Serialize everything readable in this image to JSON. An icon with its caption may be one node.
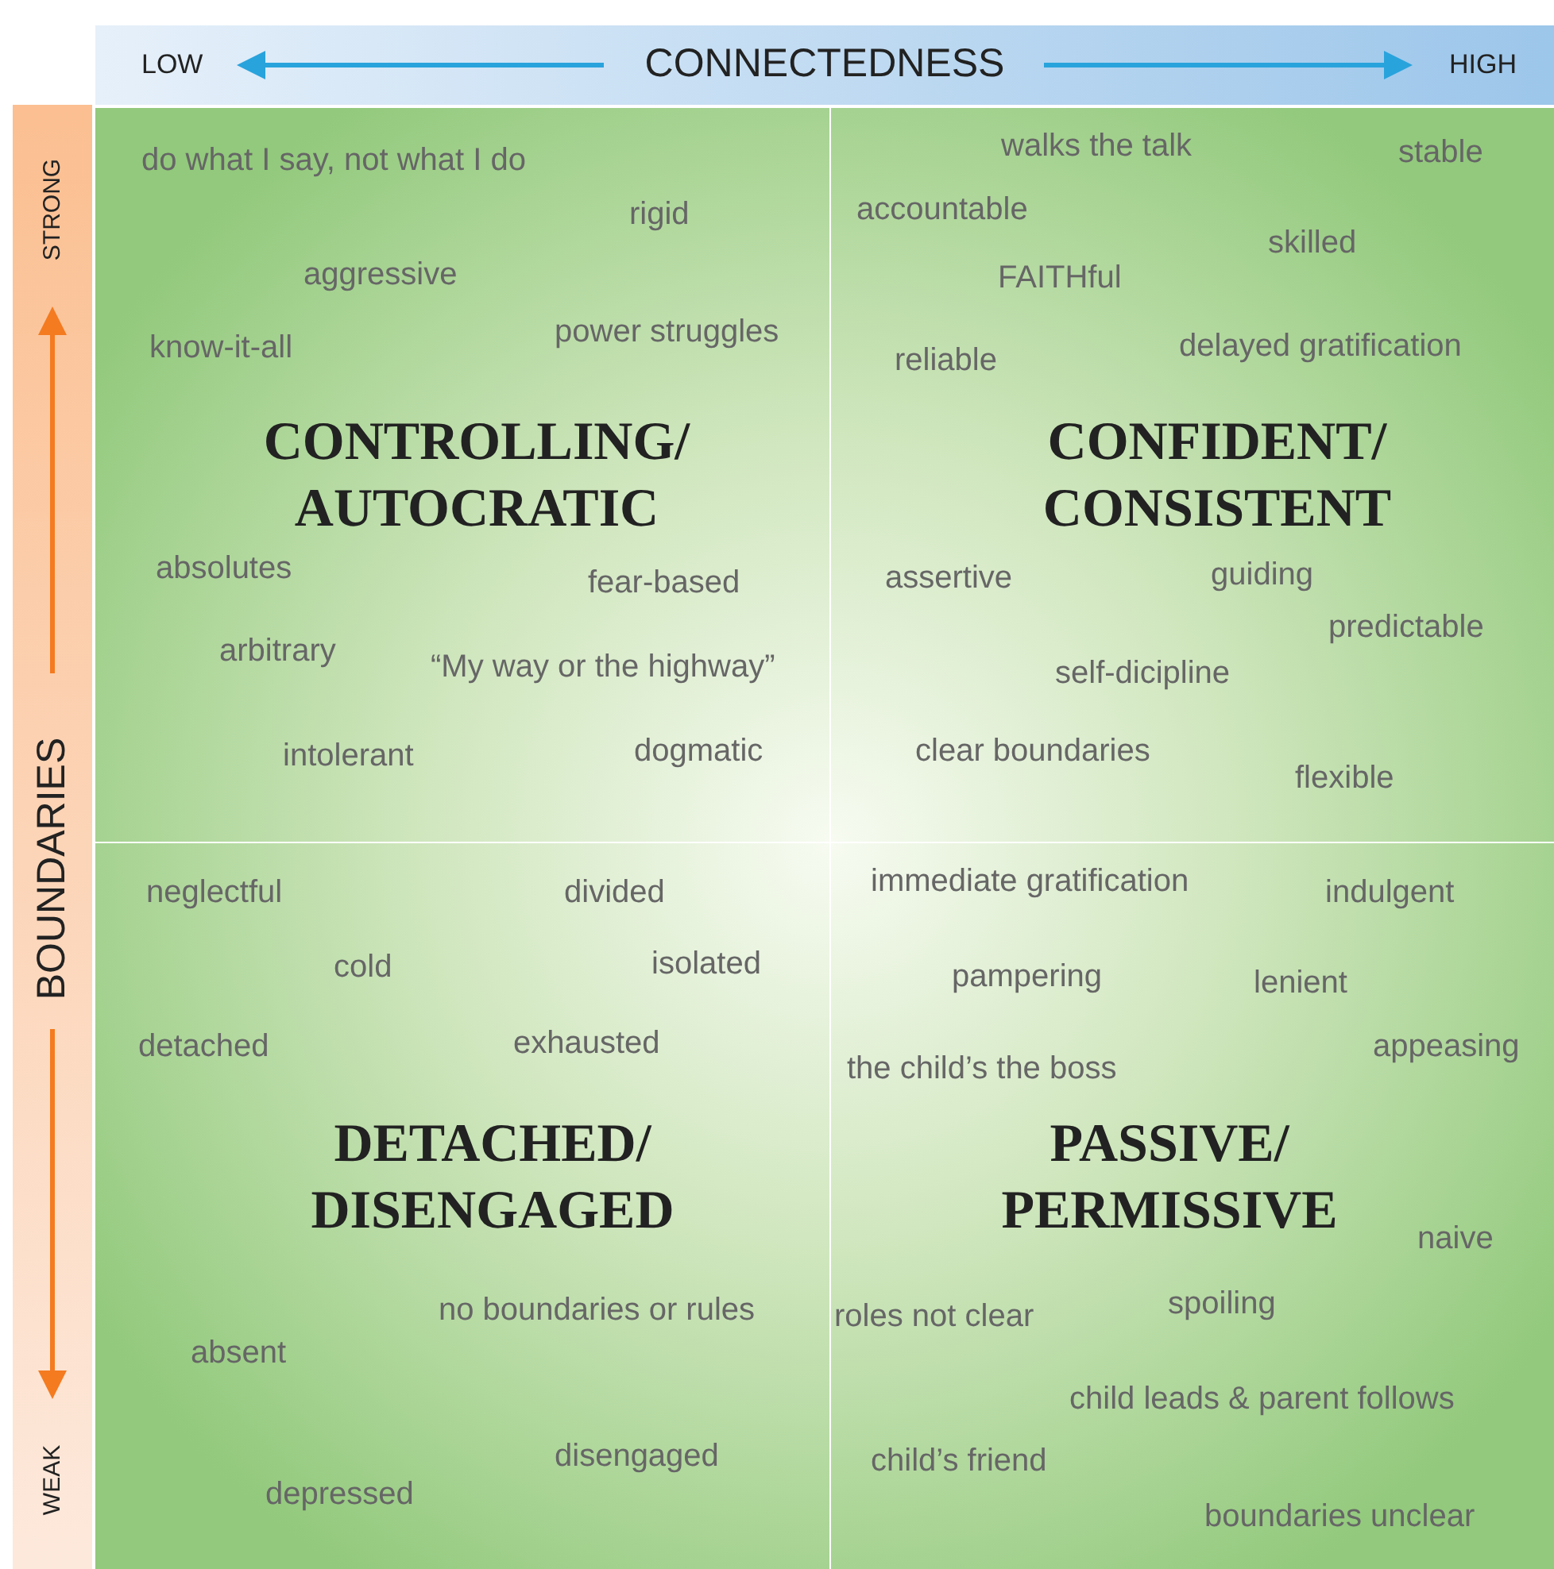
{
  "diagram": {
    "nodes": [
      {
        "text": [
          "LOW",
          "CONNECTEDNESS",
          "HIGH"
        ]
      },
      {
        "text": [
          "STRONG",
          "BOUNDARIES",
          "WEAK"
        ]
      },
      {
        "text": [
          "CONTROLLING/ AUTOCRATIC",
          "do what I say, not what I do",
          "rigid",
          "aggressive",
          "know-it-all",
          "power struggles",
          "absolutes",
          "fear-based",
          "arbitrary",
          "“My way or the highway”",
          "intolerant",
          "dogmatic"
        ]
      },
      {
        "text": [
          "CONFIDENT/ CONSISTENT",
          "walks the talk",
          "stable",
          "accountable",
          "skilled",
          "FAITHful",
          "reliable",
          "delayed gratification",
          "assertive",
          "guiding",
          "predictable",
          "self-dicipline",
          "clear boundaries",
          "flexible"
        ]
      },
      {
        "text": [
          "DETACHED/ DISENGAGED",
          "neglectful",
          "divided",
          "cold",
          "isolated",
          "detached",
          "exhausted",
          "no boundaries or rules",
          "absent",
          "disengaged",
          "depressed"
        ]
      },
      {
        "text": [
          "PASSIVE/ PERMISSIVE",
          "immediate gratification",
          "indulgent",
          "pampering",
          "lenient",
          "appeasing",
          "the child’s the boss",
          "naive",
          "roles not clear",
          "spoiling",
          "child leads & parent follows",
          "child’s friend",
          "boundaries unclear"
        ]
      }
    ]
  }
}
